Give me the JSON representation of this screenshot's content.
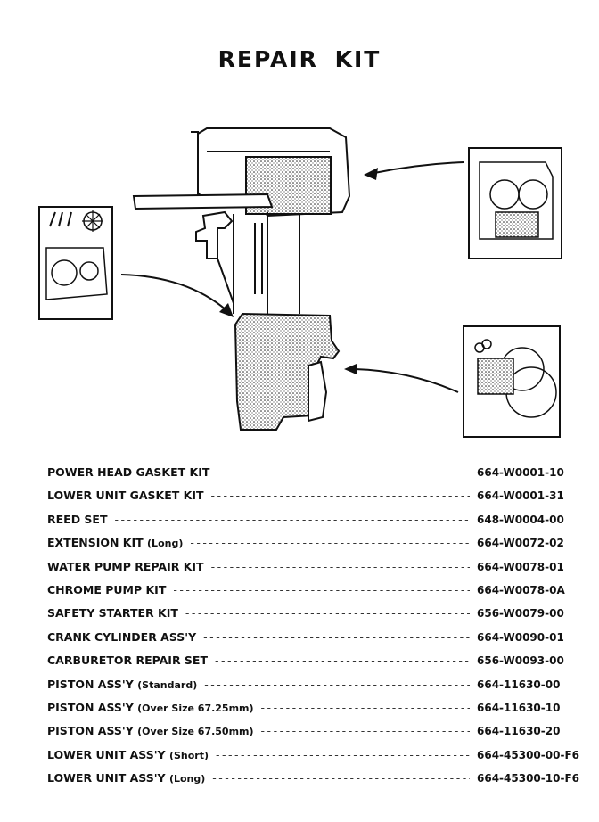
{
  "title": "REPAIR KIT",
  "parts": [
    {
      "name": "POWER HEAD GASKET KIT",
      "note": "",
      "part_no": "664-W0001-10"
    },
    {
      "name": "LOWER UNIT GASKET KIT",
      "note": "",
      "part_no": "664-W0001-31"
    },
    {
      "name": "REED SET",
      "note": "",
      "part_no": "648-W0004-00"
    },
    {
      "name": "EXTENSION KIT",
      "note": "(Long)",
      "part_no": "664-W0072-02"
    },
    {
      "name": "WATER PUMP REPAIR KIT",
      "note": "",
      "part_no": "664-W0078-01"
    },
    {
      "name": "CHROME PUMP KIT",
      "note": "",
      "part_no": "664-W0078-0A"
    },
    {
      "name": "SAFETY STARTER KIT",
      "note": "",
      "part_no": "656-W0079-00"
    },
    {
      "name": "CRANK CYLINDER ASS'Y",
      "note": "",
      "part_no": "664-W0090-01"
    },
    {
      "name": "CARBURETOR REPAIR SET",
      "note": "",
      "part_no": "656-W0093-00"
    },
    {
      "name": "PISTON ASS'Y",
      "note": "(Standard)",
      "part_no": "664-11630-00"
    },
    {
      "name": "PISTON ASS'Y",
      "note": "(Over Size 67.25mm)",
      "part_no": "664-11630-10"
    },
    {
      "name": "PISTON ASS'Y",
      "note": "(Over Size 67.50mm)",
      "part_no": "664-11630-20"
    },
    {
      "name": "LOWER UNIT ASS'Y",
      "note": "(Short)",
      "part_no": "664-45300-00-F6"
    },
    {
      "name": "LOWER UNIT ASS'Y",
      "note": "(Long)",
      "part_no": "664-45300-10-F6"
    }
  ]
}
